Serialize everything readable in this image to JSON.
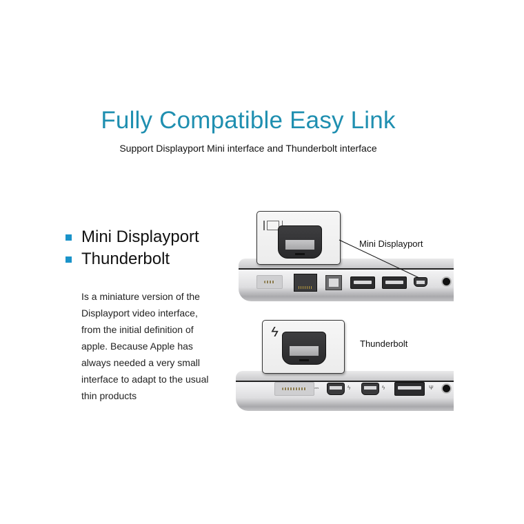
{
  "header": {
    "title": "Fully Compatible Easy Link",
    "subtitle": "Support Displayport Mini interface and Thunderbolt interface"
  },
  "features": {
    "items": [
      {
        "label": "Mini Displayport"
      },
      {
        "label": "Thunderbolt"
      }
    ],
    "description_lines": [
      "Is a miniature version of the",
      "Displayport video interface,",
      "from the initial definition of",
      "apple. Because Apple has",
      "always needed a very small",
      "interface to adapt to the usual",
      "thin products"
    ]
  },
  "illustrations": [
    {
      "callout_label": "Mini Displayport",
      "callout_icon": "displayport-icon"
    },
    {
      "callout_label": "Thunderbolt",
      "callout_icon": "thunderbolt-icon",
      "bolt_glyph": "ϟ"
    }
  ],
  "colors": {
    "title": "#1f8fb0",
    "bullet": "#1a93c9"
  }
}
